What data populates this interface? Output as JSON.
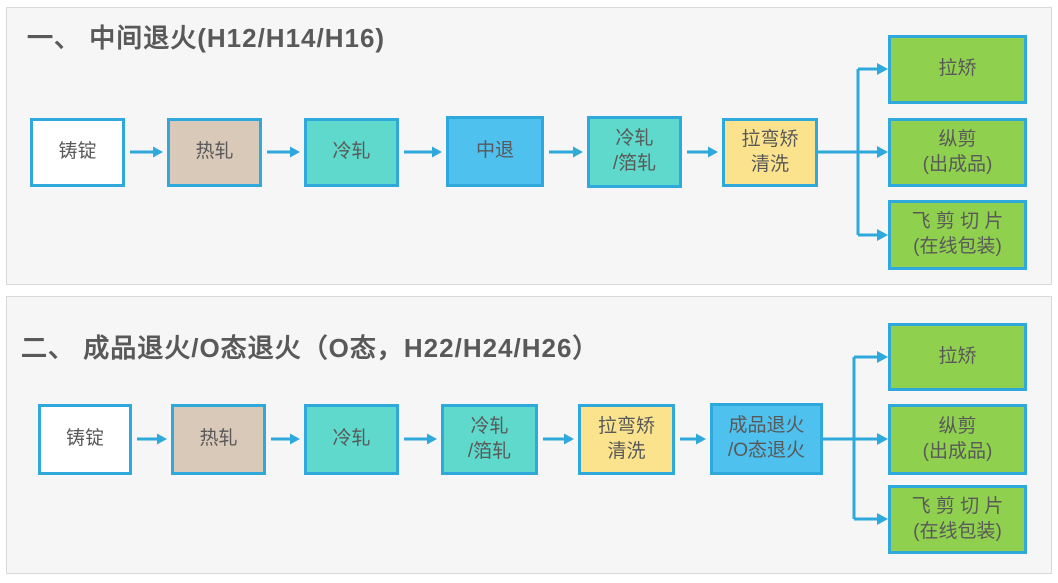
{
  "colors": {
    "page_bg": "#ffffff",
    "panel_bg": "#f6f6f6",
    "panel_border": "#d9d9d9",
    "accent": "#2fa8dc",
    "text": "#595959",
    "fill_white": "#ffffff",
    "fill_tan": "#d9c9b9",
    "fill_teal": "#5ed9cb",
    "fill_blue": "#4fc1ee",
    "fill_yellow": "#fbe38e",
    "fill_green": "#90d04f"
  },
  "panels": [
    {
      "title": "一、 中间退火(H12/H14/H16)",
      "flow": [
        {
          "lines": [
            "铸锭"
          ]
        },
        {
          "lines": [
            "热轧"
          ]
        },
        {
          "lines": [
            "冷轧"
          ]
        },
        {
          "lines": [
            "中退"
          ]
        },
        {
          "lines": [
            "冷轧",
            "/箔轧"
          ]
        },
        {
          "lines": [
            "拉弯矫",
            "清洗"
          ]
        }
      ],
      "outputs": [
        {
          "lines": [
            "拉矫"
          ]
        },
        {
          "lines": [
            "纵剪",
            "(出成品)"
          ]
        },
        {
          "lines": [
            "飞 剪 切 片",
            "(在线包装)"
          ]
        }
      ]
    },
    {
      "title": "二、 成品退火/O态退火（O态，H22/H24/H26）",
      "flow": [
        {
          "lines": [
            "铸锭"
          ]
        },
        {
          "lines": [
            "热轧"
          ]
        },
        {
          "lines": [
            "冷轧"
          ]
        },
        {
          "lines": [
            "冷轧",
            "/箔轧"
          ]
        },
        {
          "lines": [
            "拉弯矫",
            "清洗"
          ]
        },
        {
          "lines": [
            "成品退火",
            "/O态退火"
          ]
        }
      ],
      "outputs": [
        {
          "lines": [
            "拉矫"
          ]
        },
        {
          "lines": [
            "纵剪",
            "(出成品)"
          ]
        },
        {
          "lines": [
            "飞 剪 切 片",
            "(在线包装)"
          ]
        }
      ]
    }
  ]
}
